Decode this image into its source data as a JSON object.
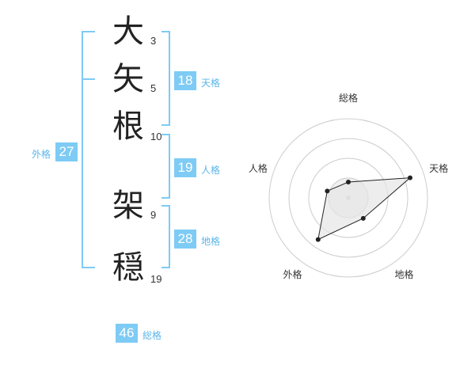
{
  "name": {
    "chars": [
      {
        "char": "大",
        "strokes": "3"
      },
      {
        "char": "矢",
        "strokes": "5"
      },
      {
        "char": "根",
        "strokes": "10"
      },
      {
        "char": "架",
        "strokes": "9"
      },
      {
        "char": "穏",
        "strokes": "19"
      }
    ]
  },
  "kaku": {
    "tenkaku": {
      "value": "18",
      "label": "天格"
    },
    "jinkaku": {
      "value": "19",
      "label": "人格"
    },
    "chikaku": {
      "value": "28",
      "label": "地格"
    },
    "gaikaku": {
      "value": "27",
      "label": "外格"
    },
    "soukaku": {
      "value": "46",
      "label": "総格"
    }
  },
  "colors": {
    "accent": "#7ecbf5",
    "accent_text": "#5bb6ea",
    "grid": "#cccccc",
    "polygon_fill": "#e6e6e6",
    "polygon_stroke": "#222222"
  },
  "chart_data": {
    "type": "radar",
    "axes": [
      "総格",
      "天格",
      "地格",
      "外格",
      "人格"
    ],
    "values": [
      0.2,
      0.82,
      0.32,
      0.65,
      0.28
    ],
    "range": [
      0,
      1
    ],
    "rings": 4
  }
}
